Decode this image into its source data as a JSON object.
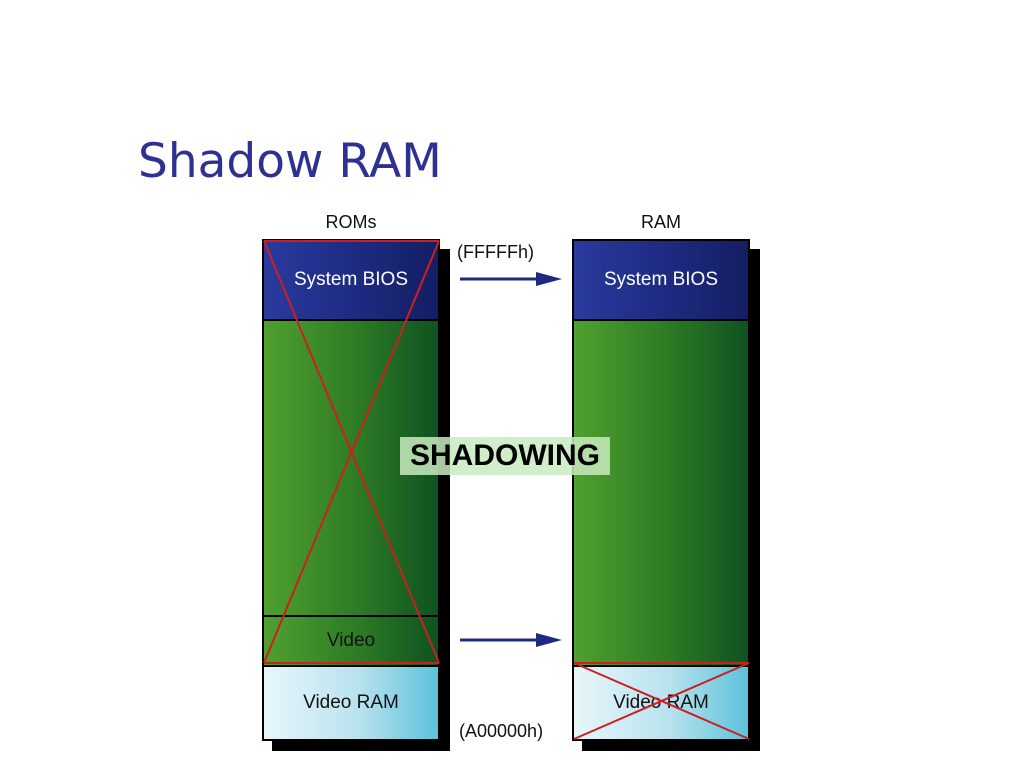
{
  "slide": {
    "title": "Shadow RAM"
  },
  "diagram": {
    "roms": {
      "label": "ROMs",
      "segments": {
        "bios": "System BIOS",
        "video": "Video",
        "video_ram": "Video RAM"
      }
    },
    "ram": {
      "label": "RAM",
      "segments": {
        "bios": "System BIOS",
        "video_ram": "Video RAM"
      }
    },
    "addresses": {
      "top": "(FFFFFh)",
      "bottom": "(A00000h)"
    },
    "center_label": "SHADOWING",
    "colors": {
      "title": "#2e3191",
      "bios": "#1d2a80",
      "green": "#2d7a25",
      "video_ram": "#b8e2ee",
      "cross": "#cc1f1f",
      "arrow": "#1d2a80"
    }
  }
}
